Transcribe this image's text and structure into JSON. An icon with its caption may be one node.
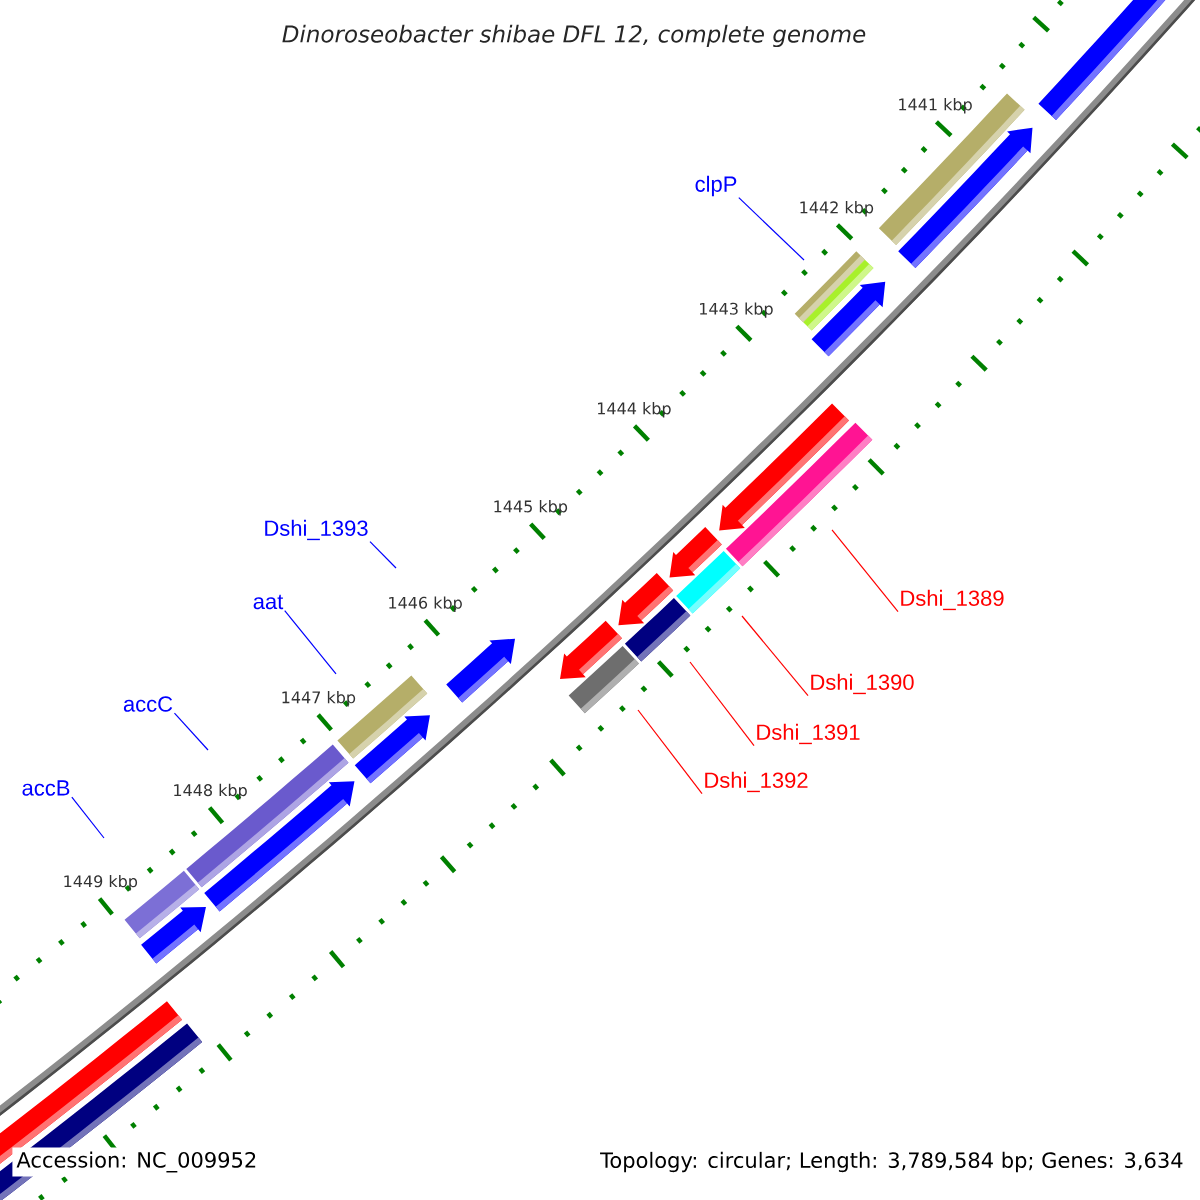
{
  "diagram": {
    "title": "*Dinoroseobacter shibae* DFL 12, complete genome",
    "nodes": [
      {
        "text": [
          "clpP"
        ]
      },
      {
        "text": [
          "Dshi_1393"
        ]
      },
      {
        "text": [
          "aat"
        ]
      },
      {
        "text": [
          "accC"
        ]
      },
      {
        "text": [
          "accB"
        ]
      },
      {
        "text": [
          "Dshi_1389"
        ]
      },
      {
        "text": [
          "Dshi_1390"
        ]
      },
      {
        "text": [
          "Dshi_1391"
        ]
      },
      {
        "text": [
          "Dshi_1392"
        ]
      }
    ],
    "edges": [
      {
        "from": 0,
        "to": null,
        "arrow": "none"
      },
      {
        "from": 1,
        "to": null,
        "arrow": "none"
      },
      {
        "from": 2,
        "to": null,
        "arrow": "none"
      },
      {
        "from": 3,
        "to": null,
        "arrow": "none"
      },
      {
        "from": 4,
        "to": null,
        "arrow": "none"
      },
      {
        "from": 5,
        "to": null,
        "arrow": "none",
        "color": "#ff0000"
      },
      {
        "from": 6,
        "to": null,
        "arrow": "none",
        "color": "#ff0000"
      },
      {
        "from": 7,
        "to": null,
        "arrow": "none",
        "color": "#ff0000"
      },
      {
        "from": 8,
        "to": null,
        "arrow": "none",
        "color": "#ff0000"
      }
    ],
    "labels": [
      "1441 kbp",
      "1442 kbp",
      "1443 kbp",
      "1444 kbp",
      "1445 kbp",
      "1446 kbp",
      "1447 kbp",
      "1448 kbp",
      "1449 kbp",
      "Accession: NC_009952",
      "Topology: circular; Length: 3,789,584 bp; Genes: 3,634"
    ]
  }
}
